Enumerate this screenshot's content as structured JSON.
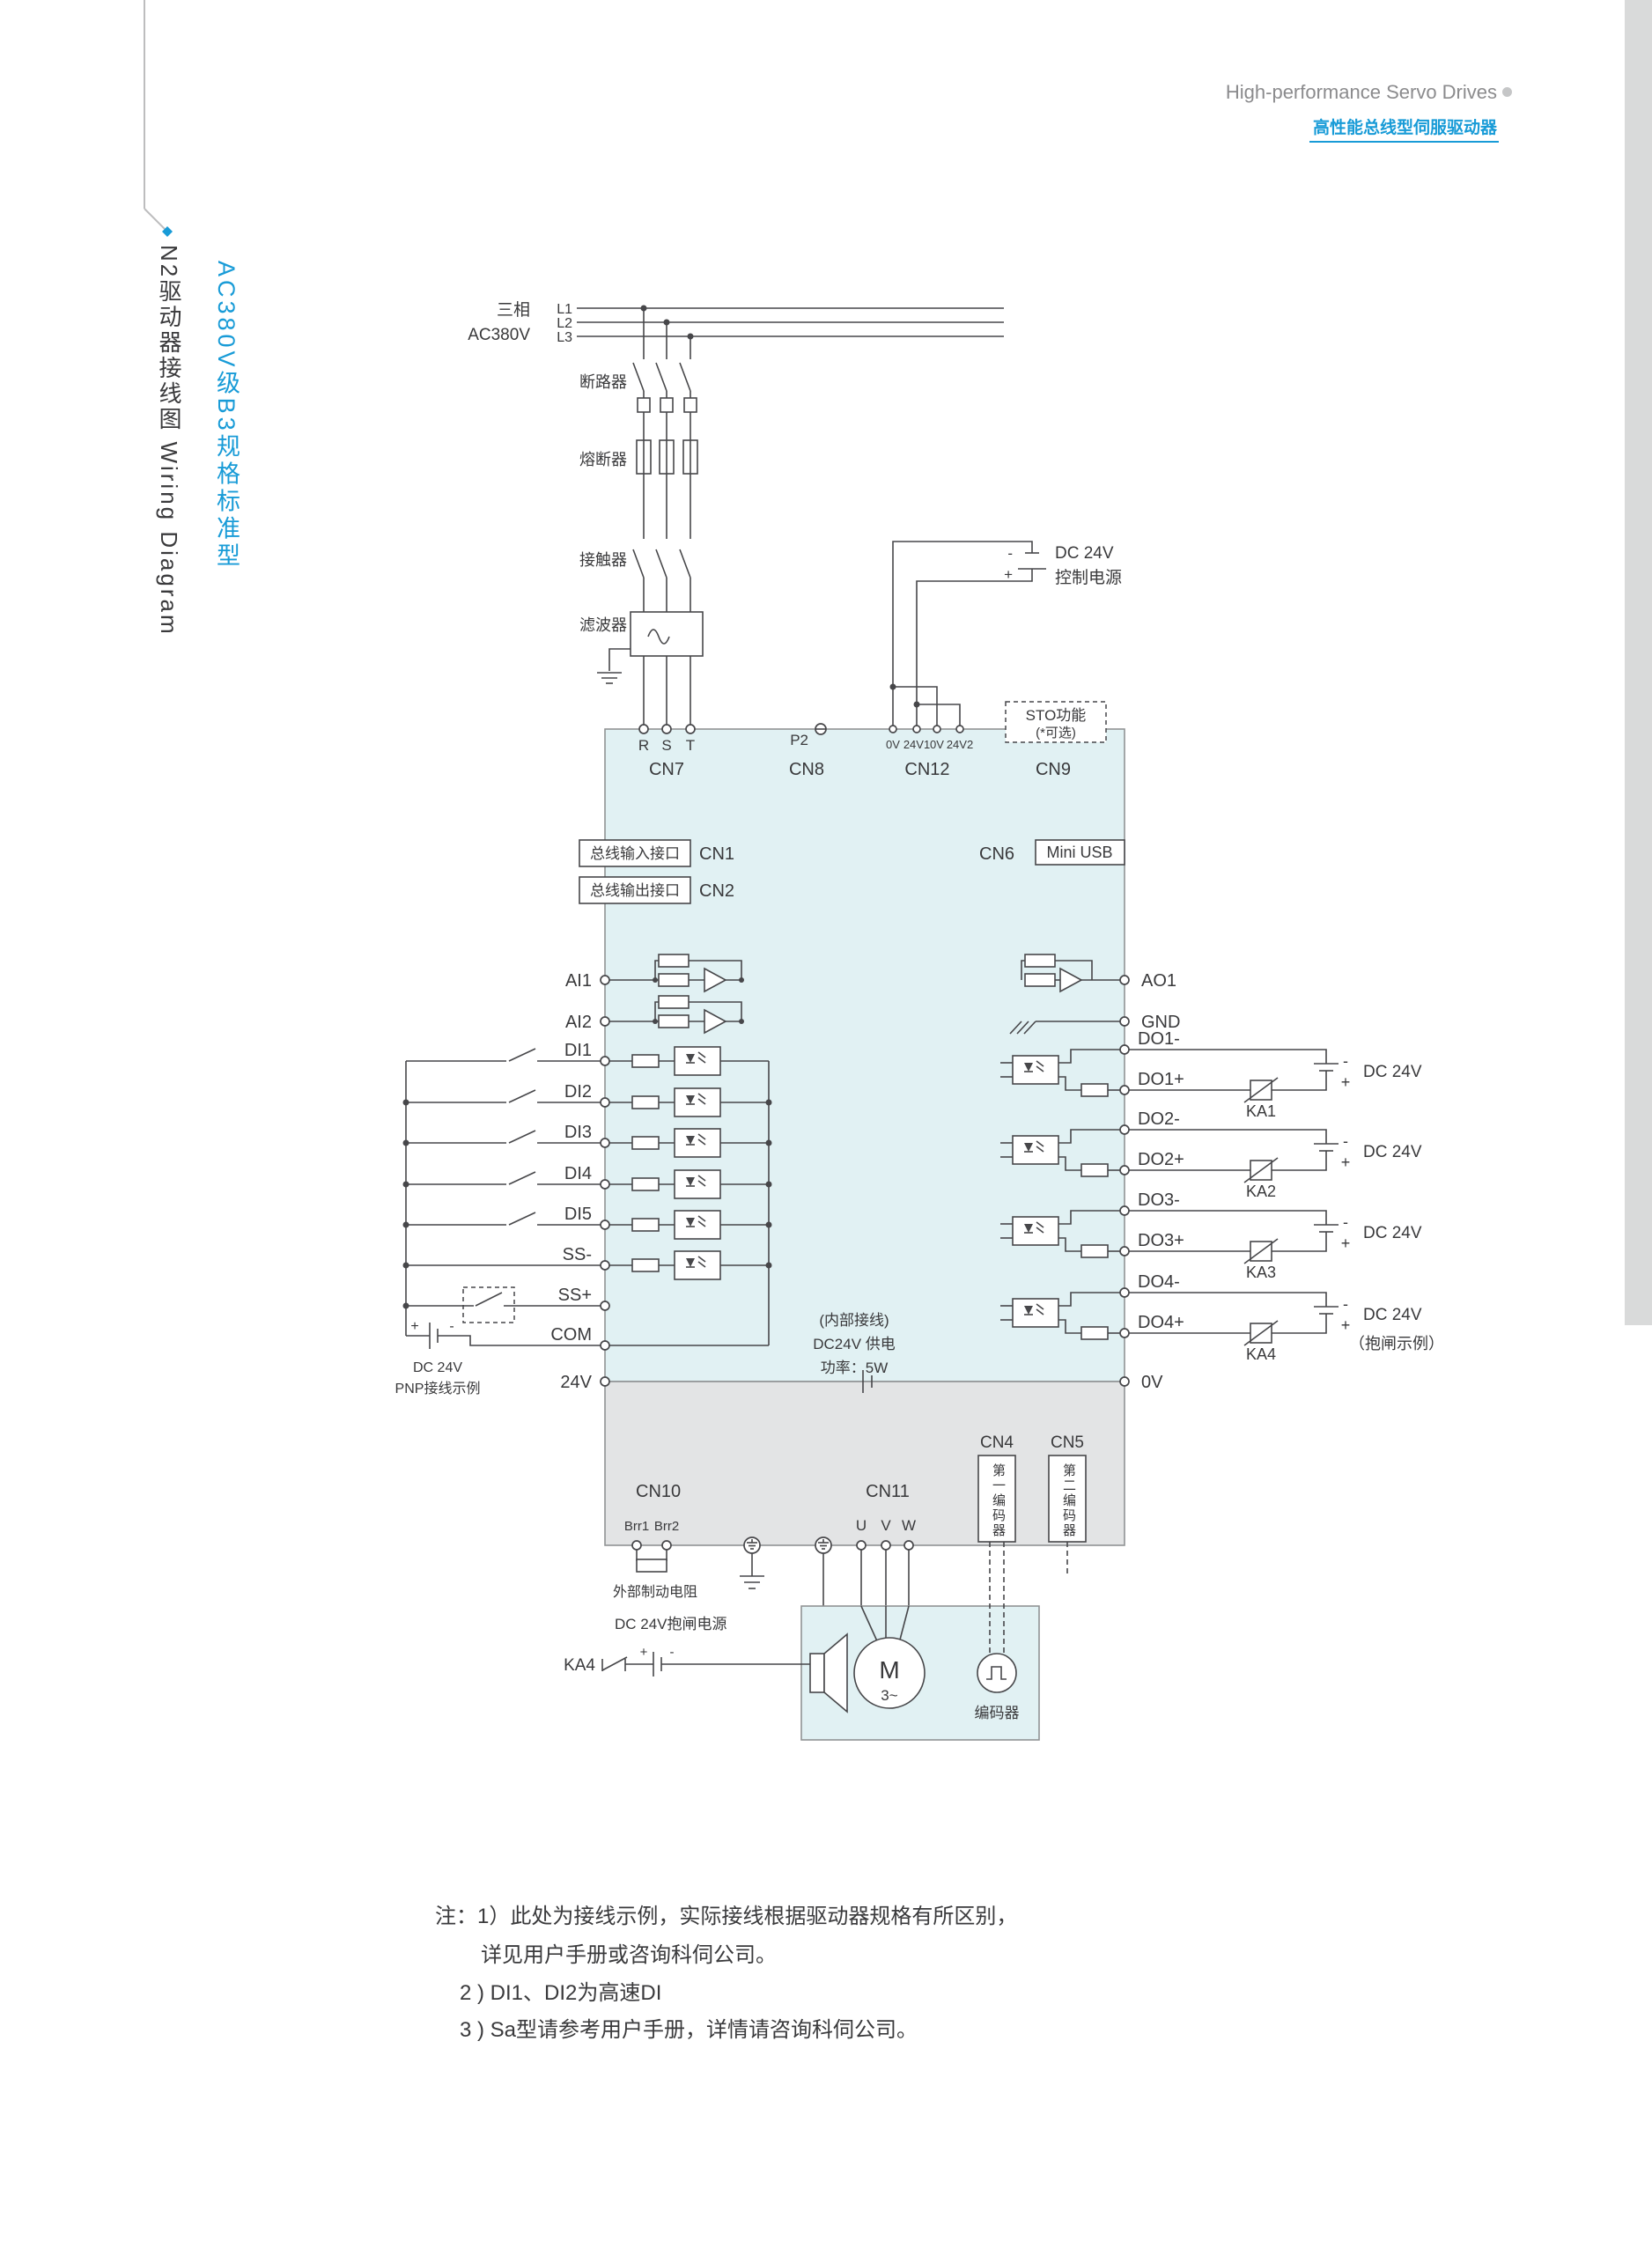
{
  "header": {
    "title_en": "High-performance Servo Drives",
    "title_zh": "高性能总线型伺服驱动器"
  },
  "sidebar": {
    "title_spec": "AC380V级B3规格标准型",
    "title_wiring": "N2驱动器接线图 Wiring Diagram"
  },
  "power_input": {
    "phase1": "三相",
    "phase2": "AC380V",
    "l1": "L1",
    "l2": "L2",
    "l3": "L3",
    "breaker": "断路器",
    "fuse": "熔断器",
    "contactor": "接触器",
    "filter": "滤波器"
  },
  "control_supply": {
    "minus": "-",
    "plus": "+",
    "line1": "DC 24V",
    "line2": "控制电源"
  },
  "connectors": {
    "r": "R",
    "s": "S",
    "t": "T",
    "cn7": "CN7",
    "p2": "P2",
    "cn8": "CN8",
    "cn12_t1": "0V",
    "cn12_t2": "24V1",
    "cn12_t3": "0V",
    "cn12_t4": "24V2",
    "cn12": "CN12",
    "sto1": "STO功能",
    "sto2": "(*可选)",
    "cn9": "CN9",
    "bus_in": "总线输入接口",
    "cn1": "CN1",
    "bus_out": "总线输出接口",
    "cn2": "CN2",
    "cn6": "CN6",
    "mini_usb": "Mini USB",
    "cn10": "CN10",
    "brr1": "Brr1",
    "brr2": "Brr2",
    "cn11": "CN11",
    "u": "U",
    "v": "V",
    "w": "W",
    "cn4": "CN4",
    "cn5": "CN5",
    "enc1": "第一编码器",
    "enc2": "第二编码器"
  },
  "io": {
    "ai1": "AI1",
    "ai2": "AI2",
    "ao1": "AO1",
    "gnd": "GND",
    "di": [
      "DI1",
      "DI2",
      "DI3",
      "DI4",
      "DI5"
    ],
    "ss_minus": "SS-",
    "ss_plus": "SS+",
    "com": "COM",
    "v24": "24V",
    "v0": "0V",
    "do": [
      "DO1-",
      "DO1+",
      "DO2-",
      "DO2+",
      "DO3-",
      "DO3+",
      "DO4-",
      "DO4+"
    ],
    "ka": [
      "KA1",
      "KA2",
      "KA3",
      "KA4"
    ],
    "dc24v": "DC 24V",
    "brake_note": "（抱闸示例）",
    "minus": "-",
    "plus": "+"
  },
  "internal": {
    "line1": "(内部接线)",
    "line2": "DC24V 供电",
    "line3": "功率：5W"
  },
  "pnp": {
    "plus": "+",
    "minus": "-",
    "line1": "DC 24V",
    "line2": "PNP接线示例"
  },
  "bottom": {
    "brake_resistor": "外部制动电阻",
    "brake_supply": "DC 24V抱闸电源",
    "ka4": "KA4",
    "plus": "+",
    "minus": "-",
    "motor": "M",
    "motor_phase": "3~",
    "encoder": "编码器"
  },
  "notes": {
    "line1": "注：1）此处为接线示例，实际接线根据驱动器规格有所区别，",
    "line2": "详见用户手册或咨询科伺公司。",
    "line3": "2 ) DI1、DI2为高速DI",
    "line4": "3 ) Sa型请参考用户手册，详情请咨询科伺公司。"
  },
  "colors": {
    "accent_blue": "#189bd7",
    "line_dark": "#47474a",
    "panel_cyan": "#e1f1f3",
    "panel_gray": "#e3e4e5"
  }
}
